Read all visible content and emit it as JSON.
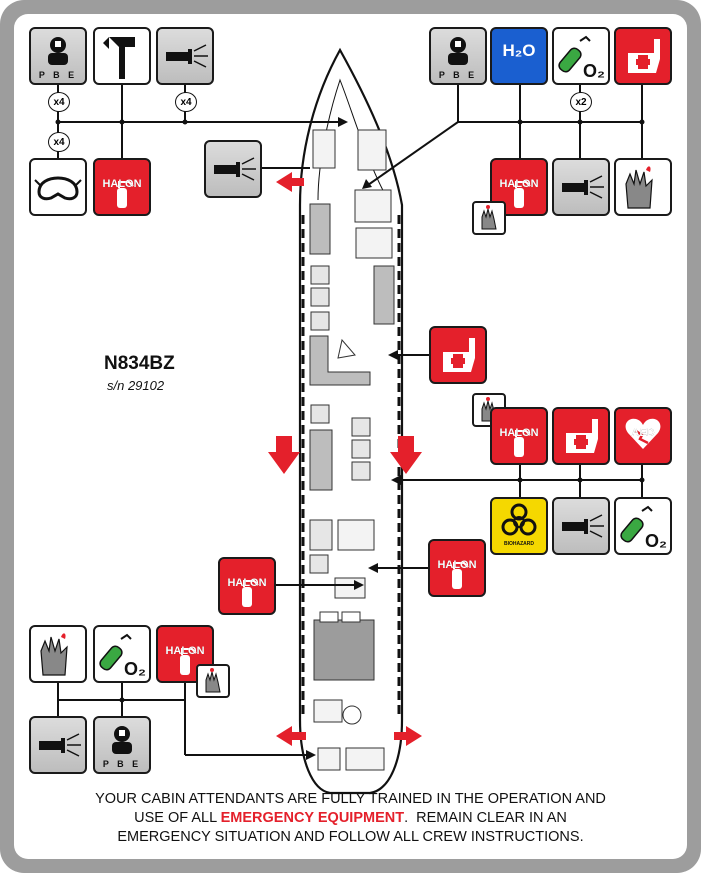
{
  "aircraft": {
    "registration": "N834BZ",
    "serial": "s/n 29102"
  },
  "footer": {
    "line1": "YOUR CABIN ATTENDANTS ARE FULLY TRAINED IN THE OPERATION AND",
    "line2_before": "USE OF ALL ",
    "line2_emphasis": "EMERGENCY EQUIPMENT",
    "line2_after": ".  REMAIN CLEAR IN AN",
    "line3": "EMERGENCY SITUATION AND FOLLOW ALL CREW INSTRUCTIONS."
  },
  "labels": {
    "halon": "HALON",
    "pbe": "P B E",
    "h2o": "H₂O",
    "o2": "O₂",
    "aed": "AED",
    "biohazard": "BIOHAZARD"
  },
  "multipliers": {
    "pbe_front_left": "x4",
    "goggles_front_left": "x4",
    "flashlight_front_left": "x4",
    "oxygen_front_right": "x2"
  },
  "colors": {
    "emergency_red": "#e4202b",
    "water_blue": "#1a5fd0",
    "biohazard_yellow": "#f5d800",
    "oxygen_green": "#3aa842",
    "frame_grey": "#9d9d9d"
  },
  "icons": [
    "pbe-hood-icon",
    "crash-axe-icon",
    "flashlight-icon",
    "smoke-goggles-icon",
    "halon-extinguisher-icon",
    "water-extinguisher-icon",
    "oxygen-bottle-icon",
    "first-aid-kit-icon",
    "fire-gloves-icon",
    "aed-icon",
    "biohazard-kit-icon",
    "exit-arrow-icon"
  ]
}
